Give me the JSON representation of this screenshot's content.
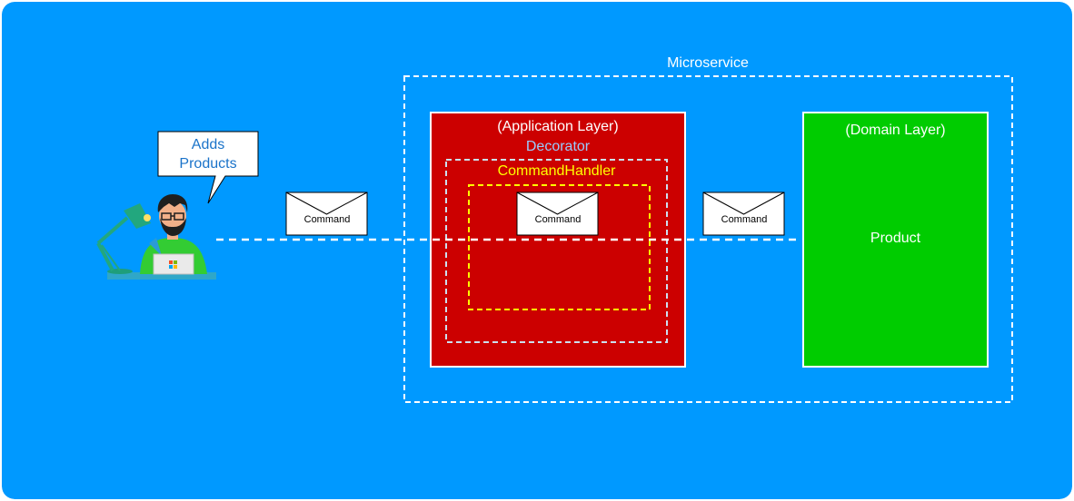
{
  "colors": {
    "background": "#0099FF",
    "application_layer_fill": "#CC0000",
    "domain_layer_fill": "#00CC00",
    "decorator_text": "#99CCFF",
    "command_handler_text": "#FFFF00",
    "callout_text": "#1A73C9",
    "white": "#FFFFFF"
  },
  "microservice": {
    "title": "Microservice"
  },
  "application_layer": {
    "title": "(Application Layer)",
    "decorator_title": "Decorator",
    "command_handler_title": "CommandHandler"
  },
  "domain_layer": {
    "title": "(Domain Layer)",
    "entity_label": "Product"
  },
  "user": {
    "callout_line1": "Adds",
    "callout_line2": "Products"
  },
  "messages": [
    {
      "label": "Command"
    },
    {
      "label": "Command"
    },
    {
      "label": "Command"
    }
  ],
  "icons": {
    "user": "developer-at-laptop-icon",
    "lamp": "desk-lamp-icon",
    "laptop_logo": "windows-logo-icon",
    "message": "envelope-icon"
  }
}
